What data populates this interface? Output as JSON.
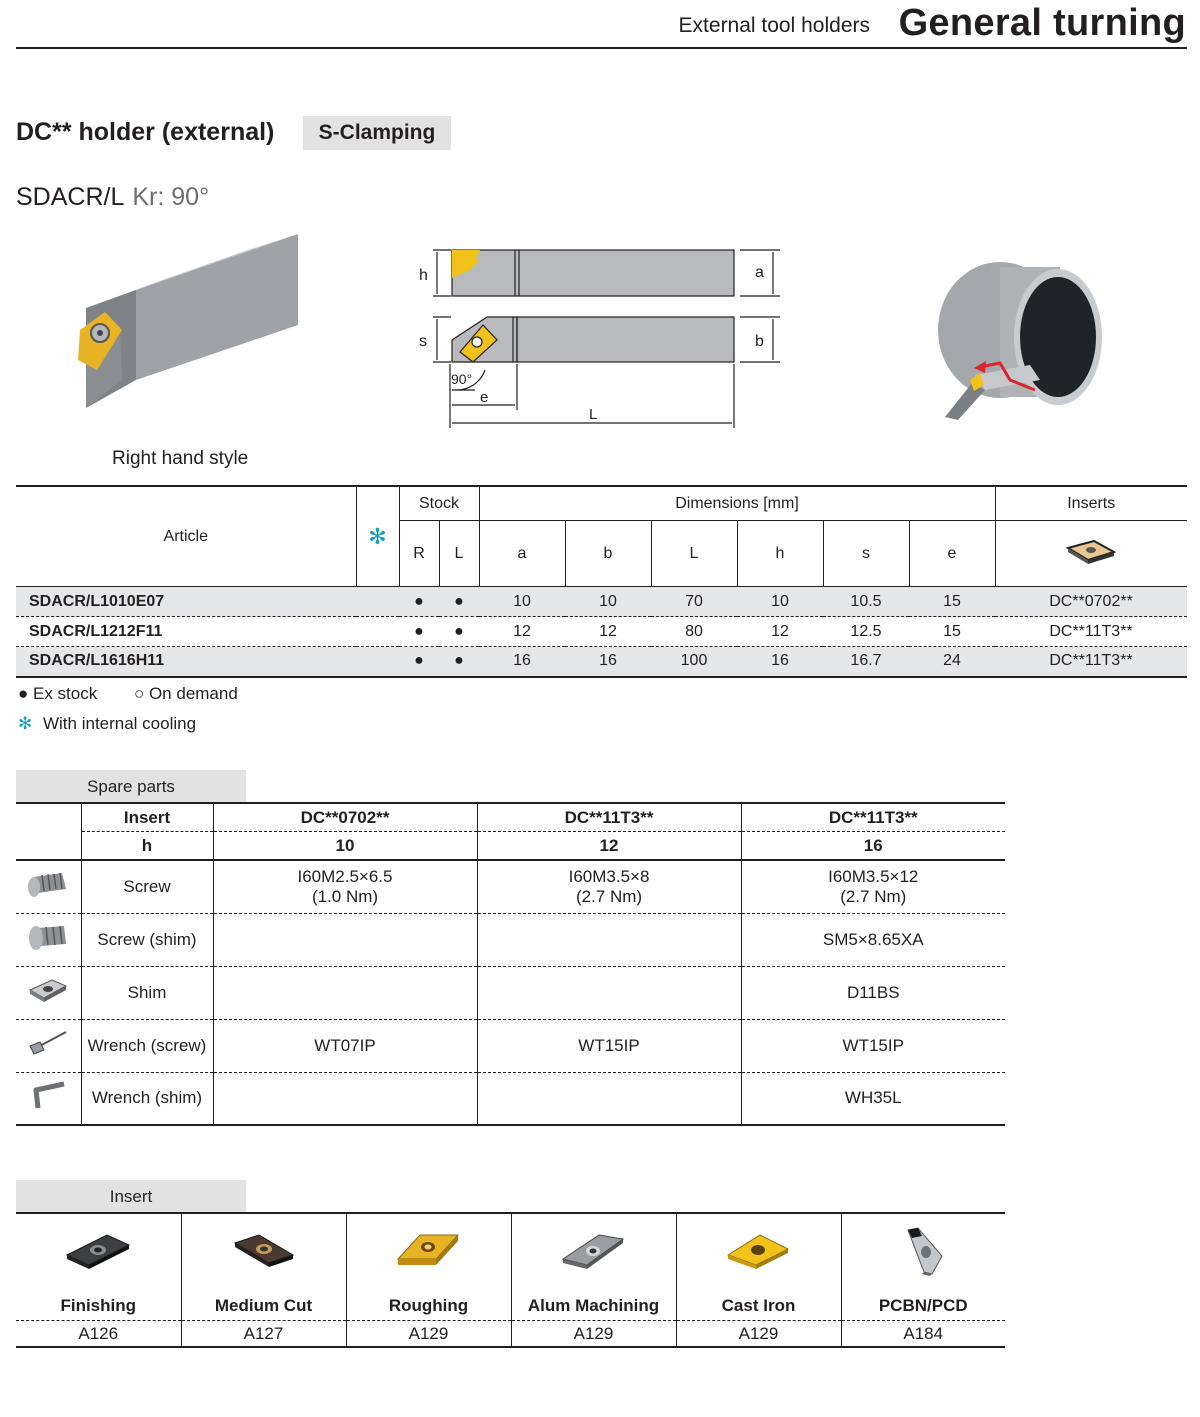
{
  "header": {
    "section": "External tool holders",
    "title": "General turning"
  },
  "product": {
    "title": "DC** holder (external)",
    "badge": "S-Clamping",
    "model": "SDACR/L",
    "kr": "Kr: 90°",
    "hand": "Right hand style"
  },
  "diagram": {
    "h": "h",
    "a": "a",
    "s": "s",
    "b": "b",
    "angle": "90°",
    "e": "e",
    "L": "L"
  },
  "article_table": {
    "col_article": "Article",
    "col_stock": "Stock",
    "col_dims": "Dimensions [mm]",
    "col_inserts": "Inserts",
    "col_r": "R",
    "col_l": "L",
    "dims": [
      "a",
      "b",
      "L",
      "h",
      "s",
      "e"
    ],
    "cooling_symbol": "✻",
    "rows": [
      {
        "article": "SDACR/L1010E07",
        "r": "●",
        "l": "●",
        "a": "10",
        "b": "10",
        "L": "70",
        "h": "10",
        "s": "10.5",
        "e": "15",
        "insert": "DC**0702**"
      },
      {
        "article": "SDACR/L1212F11",
        "r": "●",
        "l": "●",
        "a": "12",
        "b": "12",
        "L": "80",
        "h": "12",
        "s": "12.5",
        "e": "15",
        "insert": "DC**11T3**"
      },
      {
        "article": "SDACR/L1616H11",
        "r": "●",
        "l": "●",
        "a": "16",
        "b": "16",
        "L": "100",
        "h": "16",
        "s": "16.7",
        "e": "24",
        "insert": "DC**11T3**"
      }
    ]
  },
  "legend": {
    "ex_stock": "● Ex stock",
    "on_demand": "○ On demand",
    "cooling": "With internal cooling"
  },
  "spare_parts": {
    "heading": "Spare parts",
    "insert_label": "Insert",
    "h_label": "h",
    "inserts": [
      "DC**0702**",
      "DC**11T3**",
      "DC**11T3**"
    ],
    "h": [
      "10",
      "12",
      "16"
    ],
    "rows": [
      {
        "name": "Screw",
        "icon": "screw-icon",
        "cells": [
          [
            "I60M2.5×6.5",
            "(1.0 Nm)"
          ],
          [
            "I60M3.5×8",
            "(2.7 Nm)"
          ],
          [
            "I60M3.5×12",
            "(2.7 Nm)"
          ]
        ]
      },
      {
        "name": "Screw (shim)",
        "icon": "shim-screw-icon",
        "cells": [
          [
            ""
          ],
          [
            ""
          ],
          [
            "SM5×8.65XA"
          ]
        ]
      },
      {
        "name": "Shim",
        "icon": "shim-icon",
        "cells": [
          [
            ""
          ],
          [
            ""
          ],
          [
            "D11BS"
          ]
        ]
      },
      {
        "name": "Wrench (screw)",
        "icon": "torx-wrench-icon",
        "cells": [
          [
            "WT07IP"
          ],
          [
            "WT15IP"
          ],
          [
            "WT15IP"
          ]
        ]
      },
      {
        "name": "Wrench (shim)",
        "icon": "hex-key-icon",
        "cells": [
          [
            ""
          ],
          [
            ""
          ],
          [
            "WH35L"
          ]
        ]
      }
    ]
  },
  "insert_section": {
    "heading": "Insert",
    "items": [
      {
        "name": "Finishing",
        "code": "A126",
        "color": "#3d3f42"
      },
      {
        "name": "Medium Cut",
        "code": "A127",
        "color": "#4a3a30"
      },
      {
        "name": "Roughing",
        "code": "A129",
        "color": "#e8b324"
      },
      {
        "name": "Alum Machining",
        "code": "A129",
        "color": "#9a9da1"
      },
      {
        "name": "Cast Iron",
        "code": "A129",
        "color": "#f2c21a"
      },
      {
        "name": "PCBN/PCD",
        "code": "A184",
        "color": "#b9c1c8"
      }
    ]
  }
}
